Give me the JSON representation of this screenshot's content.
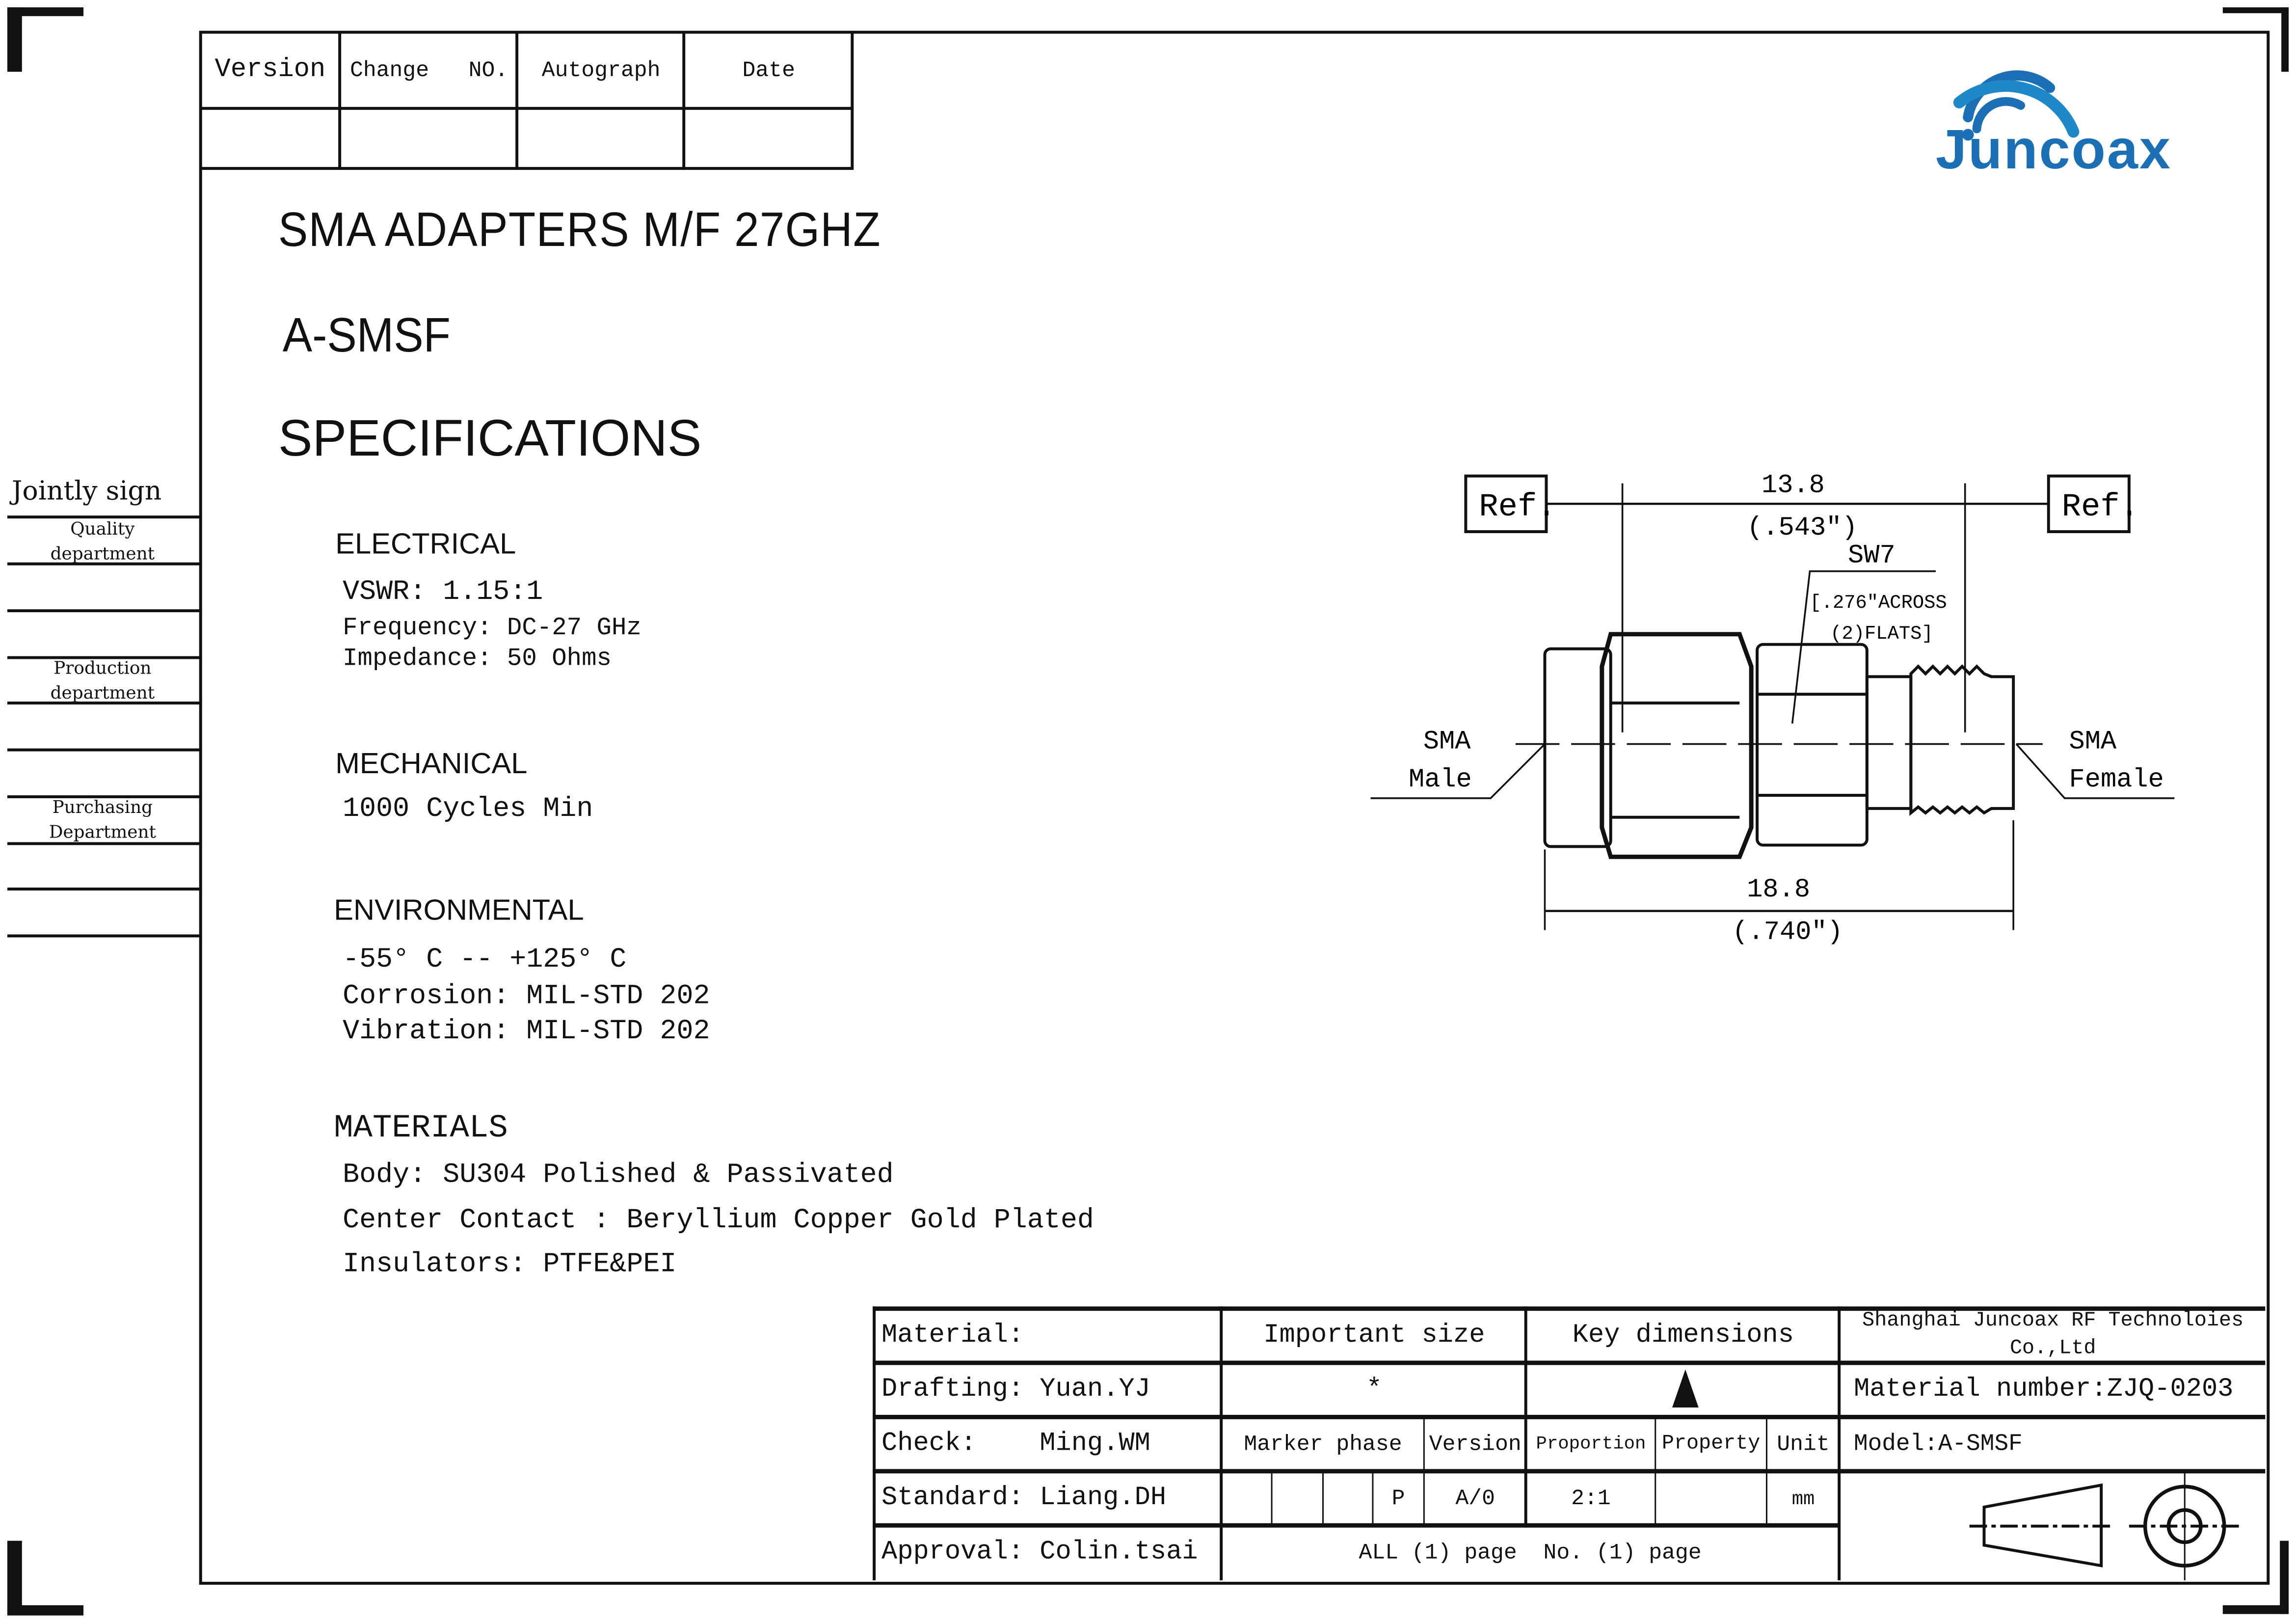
{
  "revision_table": {
    "headers": [
      "Version",
      "Change   NO.",
      "Autograph",
      "Date"
    ]
  },
  "logo": {
    "text": "Juncoax",
    "color": "#1a6fb5"
  },
  "title": "SMA ADAPTERS M/F 27GHZ",
  "model": "A-SMSF",
  "section_title": "SPECIFICATIONS",
  "sidebar": {
    "title": "Jointly sign",
    "items": [
      "Quality department",
      "Production department",
      "Purchasing Department"
    ]
  },
  "specs": {
    "electrical": {
      "heading": "ELECTRICAL",
      "lines": [
        "VSWR:  1.15:1",
        "Frequency: DC-27 GHz",
        "Impedance: 50 Ohms"
      ]
    },
    "mechanical": {
      "heading": "MECHANICAL",
      "lines": [
        "1000 Cycles Min"
      ]
    },
    "environmental": {
      "heading": "ENVIRONMENTAL",
      "lines": [
        "-55° C -- +125° C",
        "Corrosion: MIL-STD 202",
        "Vibration: MIL-STD 202"
      ]
    },
    "materials": {
      "heading": "MATERIALS",
      "lines": [
        "Body: SU304 Polished & Passivated",
        "Center Contact : Beryllium Copper Gold Plated",
        "Insulators: PTFE&PEI"
      ]
    }
  },
  "drawing": {
    "ref_left": "Ref.",
    "ref_right": "Ref.",
    "dim_top": "13.8",
    "dim_top_in": "(.543\")",
    "sw": "SW7",
    "sw_note1": "[.276\"ACROSS",
    "sw_note2": "(2)FLATS]",
    "left_label1": "SMA",
    "left_label2": "Male",
    "right_label1": "SMA",
    "right_label2": "Female",
    "dim_bottom": "18.8",
    "dim_bottom_in": "(.740\")"
  },
  "title_block": {
    "material": "Material:",
    "important_size": "Important size",
    "key_dimensions": "Key dimensions",
    "company": "Shanghai Juncoax RF Technoloies",
    "company2": "Co.,Ltd",
    "drafting": "Drafting: Yuan.YJ",
    "important_symbol": "*",
    "material_number": "Material number:ZJQ-0203",
    "check": "Check:    Ming.WM",
    "marker_phase": "Marker phase",
    "version": "Version",
    "proportion": "Proportion",
    "property": "Property",
    "unit": "Unit",
    "model": "Model:A-SMSF",
    "standard": "Standard: Liang.DH",
    "phase_value": "P",
    "version_value": "A/0",
    "proportion_value": "2:1",
    "unit_value": "mm",
    "approval": "Approval: Colin.tsai",
    "pages": "ALL (1) page  No. (1) page"
  }
}
